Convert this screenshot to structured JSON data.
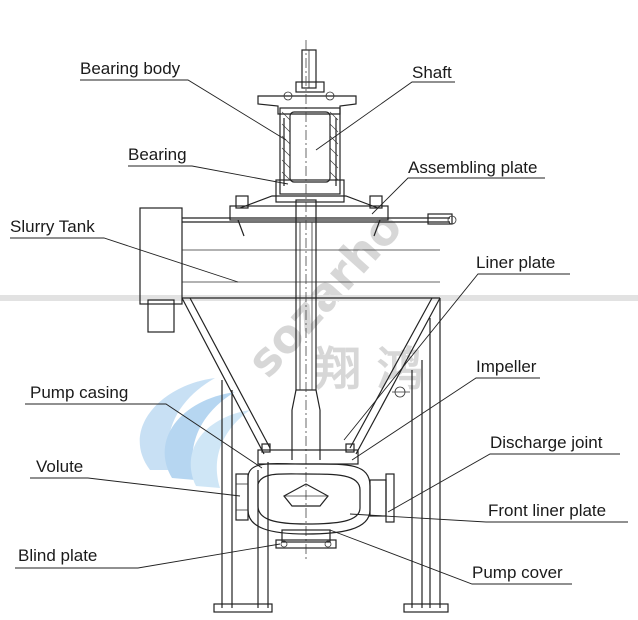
{
  "labels": {
    "bearing_body": "Bearing body",
    "shaft": "Shaft",
    "bearing": "Bearing",
    "assembling_plate": "Assembling plate",
    "slurry_tank": "Slurry Tank",
    "liner_plate": "Liner plate",
    "impeller": "Impeller",
    "pump_casing": "Pump casing",
    "discharge_joint": "Discharge joint",
    "volute": "Volute",
    "front_liner_plate": "Front liner plate",
    "blind_plate": "Blind plate",
    "pump_cover": "Pump cover"
  },
  "watermark": {
    "text": "sozarho",
    "chinese": "翔 鸿"
  }
}
